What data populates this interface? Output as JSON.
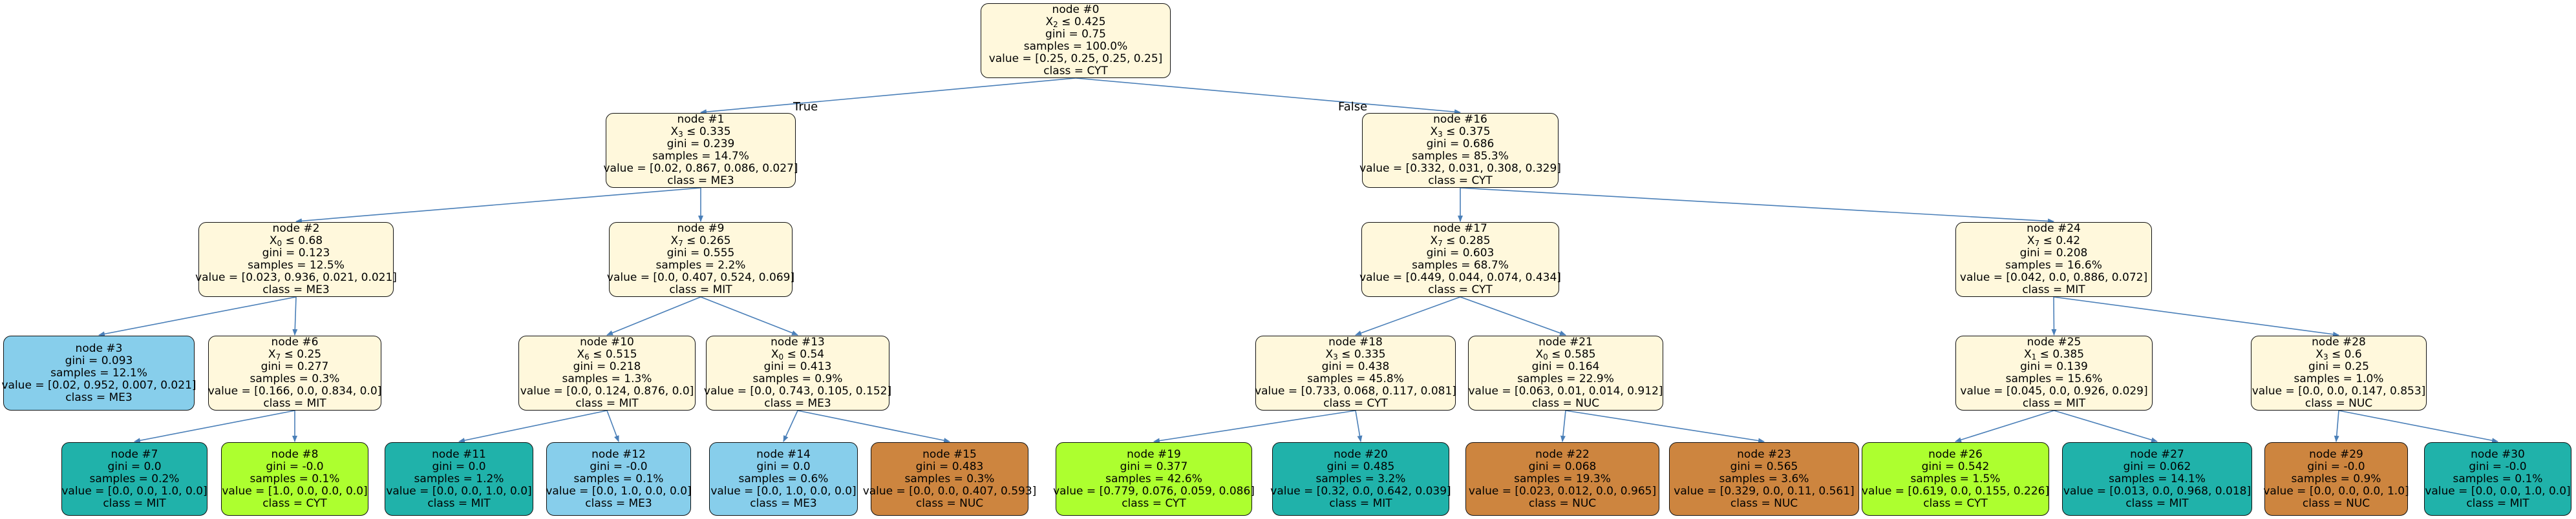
{
  "colors": {
    "undecided": "#fff8dc",
    "CYT": "#adff2f",
    "MIT": "#20b2aa",
    "ME3": "#87ceeb",
    "NUC": "#cd853f",
    "edge": "#4a7fb8"
  },
  "edge_labels": {
    "true": "True",
    "false": "False"
  },
  "nodes": [
    {
      "id": 0,
      "title": "node #0",
      "split": {
        "f": "X",
        "i": "2",
        "t": "0.425"
      },
      "gini": "gini = 0.75",
      "samples": "samples = 100.0%",
      "value": "value = [0.25, 0.25, 0.25, 0.25]",
      "cls": "class = CYT",
      "fill": "undecided"
    },
    {
      "id": 1,
      "title": "node #1",
      "split": {
        "f": "X",
        "i": "3",
        "t": "0.335"
      },
      "gini": "gini = 0.239",
      "samples": "samples = 14.7%",
      "value": "value = [0.02, 0.867, 0.086, 0.027]",
      "cls": "class = ME3",
      "fill": "undecided"
    },
    {
      "id": 2,
      "title": "node #2",
      "split": {
        "f": "X",
        "i": "0",
        "t": "0.68"
      },
      "gini": "gini = 0.123",
      "samples": "samples = 12.5%",
      "value": "value = [0.023, 0.936, 0.021, 0.021]",
      "cls": "class = ME3",
      "fill": "undecided"
    },
    {
      "id": 3,
      "title": "node #3",
      "split": null,
      "gini": "gini = 0.093",
      "samples": "samples = 12.1%",
      "value": "value = [0.02, 0.952, 0.007, 0.021]",
      "cls": "class = ME3",
      "fill": "ME3"
    },
    {
      "id": 6,
      "title": "node #6",
      "split": {
        "f": "X",
        "i": "7",
        "t": "0.25"
      },
      "gini": "gini = 0.277",
      "samples": "samples = 0.3%",
      "value": "value = [0.166, 0.0, 0.834, 0.0]",
      "cls": "class = MIT",
      "fill": "undecided"
    },
    {
      "id": 7,
      "title": "node #7",
      "split": null,
      "gini": "gini = 0.0",
      "samples": "samples = 0.2%",
      "value": "value = [0.0, 0.0, 1.0, 0.0]",
      "cls": "class = MIT",
      "fill": "MIT"
    },
    {
      "id": 8,
      "title": "node #8",
      "split": null,
      "gini": "gini = -0.0",
      "samples": "samples = 0.1%",
      "value": "value = [1.0, 0.0, 0.0, 0.0]",
      "cls": "class = CYT",
      "fill": "CYT"
    },
    {
      "id": 9,
      "title": "node #9",
      "split": {
        "f": "X",
        "i": "7",
        "t": "0.265"
      },
      "gini": "gini = 0.555",
      "samples": "samples = 2.2%",
      "value": "value = [0.0, 0.407, 0.524, 0.069]",
      "cls": "class = MIT",
      "fill": "undecided"
    },
    {
      "id": 10,
      "title": "node #10",
      "split": {
        "f": "X",
        "i": "6",
        "t": "0.515"
      },
      "gini": "gini = 0.218",
      "samples": "samples = 1.3%",
      "value": "value = [0.0, 0.124, 0.876, 0.0]",
      "cls": "class = MIT",
      "fill": "undecided"
    },
    {
      "id": 11,
      "title": "node #11",
      "split": null,
      "gini": "gini = 0.0",
      "samples": "samples = 1.2%",
      "value": "value = [0.0, 0.0, 1.0, 0.0]",
      "cls": "class = MIT",
      "fill": "MIT"
    },
    {
      "id": 12,
      "title": "node #12",
      "split": null,
      "gini": "gini = -0.0",
      "samples": "samples = 0.1%",
      "value": "value = [0.0, 1.0, 0.0, 0.0]",
      "cls": "class = ME3",
      "fill": "ME3"
    },
    {
      "id": 13,
      "title": "node #13",
      "split": {
        "f": "X",
        "i": "0",
        "t": "0.54"
      },
      "gini": "gini = 0.413",
      "samples": "samples = 0.9%",
      "value": "value = [0.0, 0.743, 0.105, 0.152]",
      "cls": "class = ME3",
      "fill": "undecided"
    },
    {
      "id": 14,
      "title": "node #14",
      "split": null,
      "gini": "gini = 0.0",
      "samples": "samples = 0.6%",
      "value": "value = [0.0, 1.0, 0.0, 0.0]",
      "cls": "class = ME3",
      "fill": "ME3"
    },
    {
      "id": 15,
      "title": "node #15",
      "split": null,
      "gini": "gini = 0.483",
      "samples": "samples = 0.3%",
      "value": "value = [0.0, 0.0, 0.407, 0.593]",
      "cls": "class = NUC",
      "fill": "NUC"
    },
    {
      "id": 16,
      "title": "node #16",
      "split": {
        "f": "X",
        "i": "3",
        "t": "0.375"
      },
      "gini": "gini = 0.686",
      "samples": "samples = 85.3%",
      "value": "value = [0.332, 0.031, 0.308, 0.329]",
      "cls": "class = CYT",
      "fill": "undecided"
    },
    {
      "id": 17,
      "title": "node #17",
      "split": {
        "f": "X",
        "i": "7",
        "t": "0.285"
      },
      "gini": "gini = 0.603",
      "samples": "samples = 68.7%",
      "value": "value = [0.449, 0.044, 0.074, 0.434]",
      "cls": "class = CYT",
      "fill": "undecided"
    },
    {
      "id": 18,
      "title": "node #18",
      "split": {
        "f": "X",
        "i": "3",
        "t": "0.335"
      },
      "gini": "gini = 0.438",
      "samples": "samples = 45.8%",
      "value": "value = [0.733, 0.068, 0.117, 0.081]",
      "cls": "class = CYT",
      "fill": "undecided"
    },
    {
      "id": 19,
      "title": "node #19",
      "split": null,
      "gini": "gini = 0.377",
      "samples": "samples = 42.6%",
      "value": "value = [0.779, 0.076, 0.059, 0.086]",
      "cls": "class = CYT",
      "fill": "CYT"
    },
    {
      "id": 20,
      "title": "node #20",
      "split": null,
      "gini": "gini = 0.485",
      "samples": "samples = 3.2%",
      "value": "value = [0.32, 0.0, 0.642, 0.039]",
      "cls": "class = MIT",
      "fill": "MIT"
    },
    {
      "id": 21,
      "title": "node #21",
      "split": {
        "f": "X",
        "i": "0",
        "t": "0.585"
      },
      "gini": "gini = 0.164",
      "samples": "samples = 22.9%",
      "value": "value = [0.063, 0.01, 0.014, 0.912]",
      "cls": "class = NUC",
      "fill": "undecided"
    },
    {
      "id": 22,
      "title": "node #22",
      "split": null,
      "gini": "gini = 0.068",
      "samples": "samples = 19.3%",
      "value": "value = [0.023, 0.012, 0.0, 0.965]",
      "cls": "class = NUC",
      "fill": "NUC"
    },
    {
      "id": 23,
      "title": "node #23",
      "split": null,
      "gini": "gini = 0.565",
      "samples": "samples = 3.6%",
      "value": "value = [0.329, 0.0, 0.11, 0.561]",
      "cls": "class = NUC",
      "fill": "NUC"
    },
    {
      "id": 24,
      "title": "node #24",
      "split": {
        "f": "X",
        "i": "7",
        "t": "0.42"
      },
      "gini": "gini = 0.208",
      "samples": "samples = 16.6%",
      "value": "value = [0.042, 0.0, 0.886, 0.072]",
      "cls": "class = MIT",
      "fill": "undecided"
    },
    {
      "id": 25,
      "title": "node #25",
      "split": {
        "f": "X",
        "i": "1",
        "t": "0.385"
      },
      "gini": "gini = 0.139",
      "samples": "samples = 15.6%",
      "value": "value = [0.045, 0.0, 0.926, 0.029]",
      "cls": "class = MIT",
      "fill": "undecided"
    },
    {
      "id": 26,
      "title": "node #26",
      "split": null,
      "gini": "gini = 0.542",
      "samples": "samples = 1.5%",
      "value": "value = [0.619, 0.0, 0.155, 0.226]",
      "cls": "class = CYT",
      "fill": "CYT"
    },
    {
      "id": 27,
      "title": "node #27",
      "split": null,
      "gini": "gini = 0.062",
      "samples": "samples = 14.1%",
      "value": "value = [0.013, 0.0, 0.968, 0.018]",
      "cls": "class = MIT",
      "fill": "MIT"
    },
    {
      "id": 28,
      "title": "node #28",
      "split": {
        "f": "X",
        "i": "3",
        "t": "0.6"
      },
      "gini": "gini = 0.25",
      "samples": "samples = 1.0%",
      "value": "value = [0.0, 0.0, 0.147, 0.853]",
      "cls": "class = NUC",
      "fill": "undecided"
    },
    {
      "id": 29,
      "title": "node #29",
      "split": null,
      "gini": "gini = -0.0",
      "samples": "samples = 0.9%",
      "value": "value = [0.0, 0.0, 0.0, 1.0]",
      "cls": "class = NUC",
      "fill": "NUC"
    },
    {
      "id": 30,
      "title": "node #30",
      "split": null,
      "gini": "gini = -0.0",
      "samples": "samples = 0.1%",
      "value": "value = [0.0, 0.0, 1.0, 0.0]",
      "cls": "class = MIT",
      "fill": "MIT"
    }
  ],
  "edges": [
    [
      0,
      1
    ],
    [
      0,
      16
    ],
    [
      1,
      2
    ],
    [
      1,
      9
    ],
    [
      2,
      3
    ],
    [
      2,
      6
    ],
    [
      6,
      7
    ],
    [
      6,
      8
    ],
    [
      9,
      10
    ],
    [
      9,
      13
    ],
    [
      10,
      11
    ],
    [
      10,
      12
    ],
    [
      13,
      14
    ],
    [
      13,
      15
    ],
    [
      16,
      17
    ],
    [
      16,
      24
    ],
    [
      17,
      18
    ],
    [
      17,
      21
    ],
    [
      18,
      19
    ],
    [
      18,
      20
    ],
    [
      21,
      22
    ],
    [
      21,
      23
    ],
    [
      24,
      25
    ],
    [
      24,
      28
    ],
    [
      25,
      26
    ],
    [
      25,
      27
    ],
    [
      28,
      29
    ],
    [
      28,
      30
    ]
  ]
}
